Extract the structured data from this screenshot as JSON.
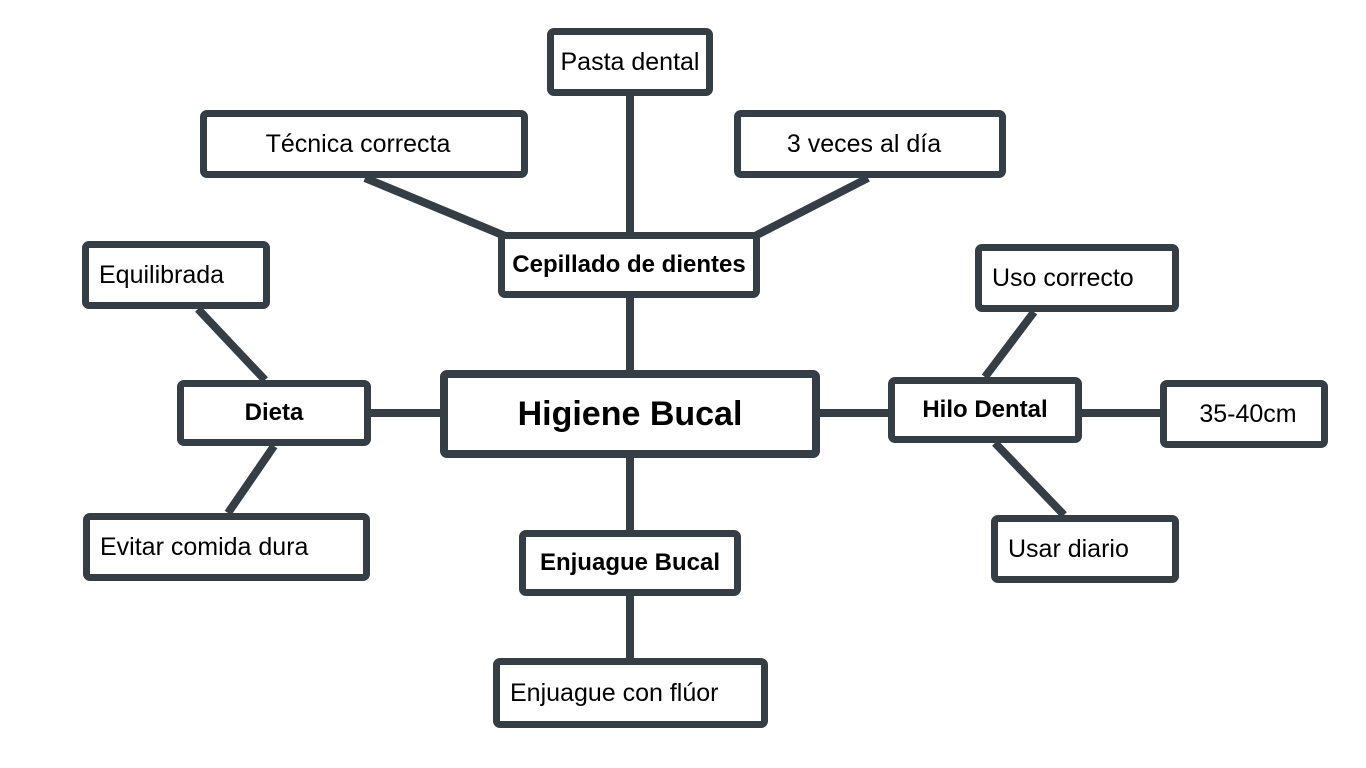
{
  "root": {
    "label": "Higiene Bucal"
  },
  "branches": {
    "cepillado": {
      "label": "Cepillado de dientes",
      "children": [
        "Pasta dental",
        "Técnica correcta",
        "3 veces al día"
      ]
    },
    "dieta": {
      "label": "Dieta",
      "children": [
        "Equilibrada",
        "Evitar comida dura"
      ]
    },
    "hilo": {
      "label": "Hilo Dental",
      "children": [
        "Uso correcto",
        "35-40cm",
        "Usar diario"
      ]
    },
    "enjuague": {
      "label": "Enjuague Bucal",
      "children": [
        "Enjuague con flúor"
      ]
    }
  },
  "colors": {
    "line": "#353d45",
    "box_border": "#353d45",
    "background": "#ffffff",
    "text": "#000000"
  }
}
